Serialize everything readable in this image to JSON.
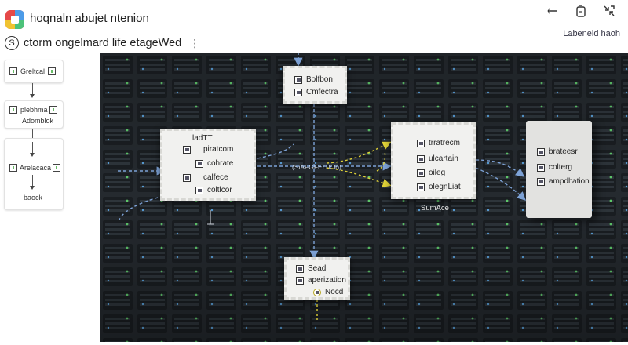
{
  "header": {
    "title": "hoqnaln abujet ntenion",
    "subtitle": "ctorm ongelmard life etageWed",
    "link": "Labeneid haoh",
    "icons": [
      "minimize-icon",
      "copy-icon",
      "collapse-icon"
    ]
  },
  "sidebar": {
    "card1": {
      "label": "Greltcal"
    },
    "card2": {
      "line1": "plebhma",
      "line2": "Adomblok"
    },
    "card3": {
      "line1": "Arelacaca",
      "line2": "baock"
    }
  },
  "canvas": {
    "node_top": {
      "line1": "Bolfbon",
      "line2": "Cmfectra"
    },
    "node_left": {
      "title": "ladTT",
      "row1": "piratcom",
      "row2": "cohrate",
      "row3": "calfece",
      "row4": "coltlcor"
    },
    "edge_label": "(SiAFGFErTk lo)",
    "node_center": {
      "row1": "trratrecm",
      "row2": "ulcartain",
      "row3": "oileg",
      "row4": "olegnLiat",
      "caption": "SumAce"
    },
    "node_right": {
      "row1": "brateesr",
      "row2": "colterg",
      "row3": "ampdltation"
    },
    "node_bottom": {
      "line1": "Sead",
      "line2": "aperization",
      "line3": "Nocd"
    }
  },
  "colors": {
    "edge": "#7da2d6",
    "accent_edge": "#e0d238",
    "canvas_bg": "#2a2f34"
  }
}
